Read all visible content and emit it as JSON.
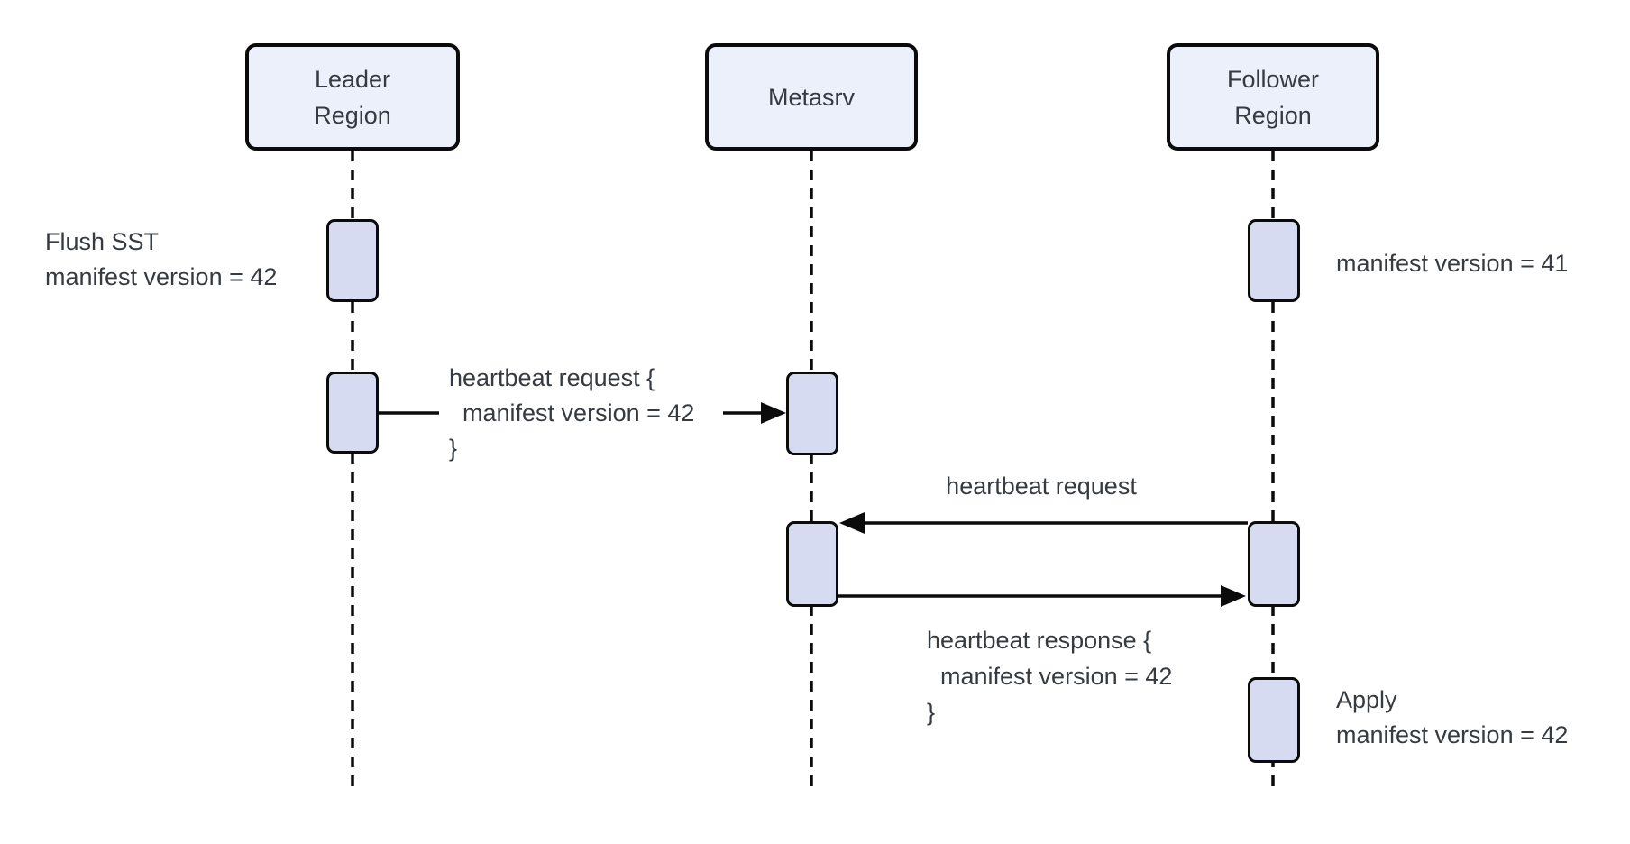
{
  "colors": {
    "background": "#FFFFFF",
    "actor_fill": "#ECF0FA",
    "activation_fill": "#D7DBF1",
    "line": "#0B0B0B",
    "text": "#363B42"
  },
  "actors": [
    {
      "id": "leader-region",
      "label": "Leader\nRegion"
    },
    {
      "id": "metasrv",
      "label": "Metasrv"
    },
    {
      "id": "follower-region",
      "label": "Follower\nRegion"
    }
  ],
  "notes": [
    {
      "id": "flush-sst",
      "actor": "leader-region",
      "text": "Flush SST\nmanifest version = 42"
    },
    {
      "id": "manifest-41",
      "actor": "follower-region",
      "text": "manifest version = 41"
    },
    {
      "id": "apply",
      "actor": "follower-region",
      "text": "Apply\nmanifest version = 42"
    }
  ],
  "messages": [
    {
      "id": "m1",
      "from": "leader-region",
      "to": "metasrv",
      "text": "heartbeat request {\n  manifest version = 42\n}"
    },
    {
      "id": "m2",
      "from": "follower-region",
      "to": "metasrv",
      "text": "heartbeat request"
    },
    {
      "id": "m3",
      "from": "metasrv",
      "to": "follower-region",
      "text": "heartbeat response {\n  manifest version = 42\n}"
    }
  ]
}
